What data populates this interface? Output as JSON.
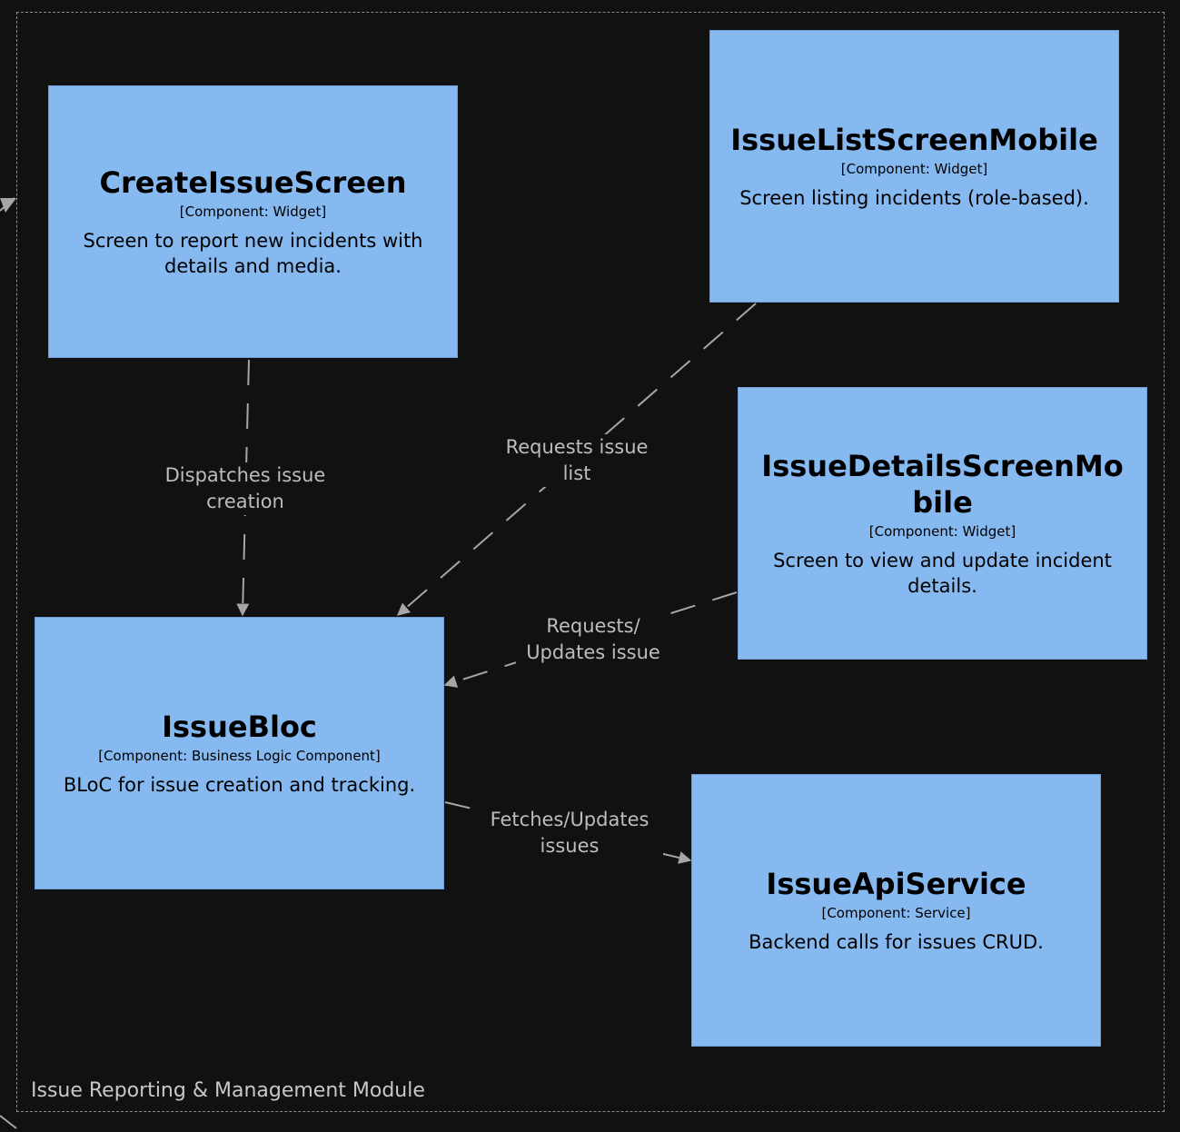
{
  "boundary": {
    "label": "Issue Reporting & Management Module"
  },
  "components": {
    "create_issue_screen": {
      "title": "CreateIssueScreen",
      "tech": "[Component: Widget]",
      "desc": "Screen to report new incidents with details and media."
    },
    "issue_list_screen_mobile": {
      "title": "IssueListScreenMobile",
      "tech": "[Component: Widget]",
      "desc": "Screen listing incidents (role-based)."
    },
    "issue_details_screen_mobile": {
      "title": "IssueDetailsScreenMobile",
      "tech": "[Component: Widget]",
      "desc": "Screen to view and update incident details."
    },
    "issue_bloc": {
      "title": "IssueBloc",
      "tech": "[Component: Business Logic Component]",
      "desc": "BLoC for issue creation and tracking."
    },
    "issue_api_service": {
      "title": "IssueApiService",
      "tech": "[Component: Service]",
      "desc": "Backend calls for issues CRUD."
    }
  },
  "relations": {
    "dispatches": "Dispatches issue creation",
    "requests_list": "Requests issue list",
    "requests_updates": "Requests/ Updates issue",
    "fetches_updates": "Fetches/Updates issues"
  },
  "colors": {
    "background": "#111111",
    "box_fill": "#85b9f0",
    "box_border": "#6f9fd6",
    "edge": "#a6a6a6",
    "edge_label": "#bdbdbd",
    "boundary": "#8a8a8a"
  }
}
